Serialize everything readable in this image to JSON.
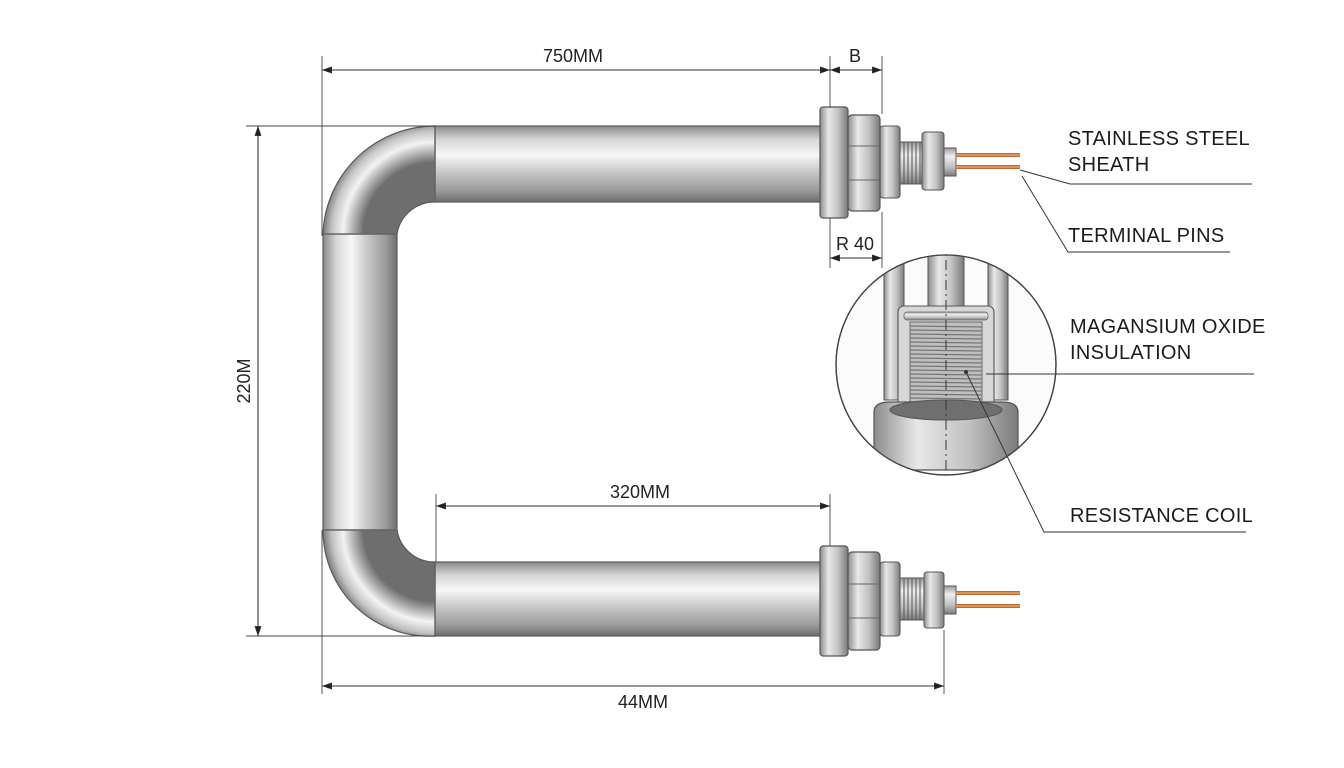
{
  "dimensions": {
    "top_length": "750MM",
    "flange_width": "B",
    "radius": "R 40",
    "height": "220M",
    "inner_length": "320MM",
    "overall_length": "44MM"
  },
  "callouts": {
    "sheath_line1": "STAINLESS STEEL",
    "sheath_line2": "SHEATH",
    "terminal_pins": "TERMINAL PINS",
    "insulation_line1": "MAGANSIUM OXIDE",
    "insulation_line2": "INSULATION",
    "resistance_coil": "RESISTANCE COIL"
  },
  "colors": {
    "steel_light": "#f2f2f2",
    "steel_mid": "#b9b9b9",
    "steel_dark": "#7d7d7d",
    "copper": "#c8743a",
    "line": "#333333"
  }
}
